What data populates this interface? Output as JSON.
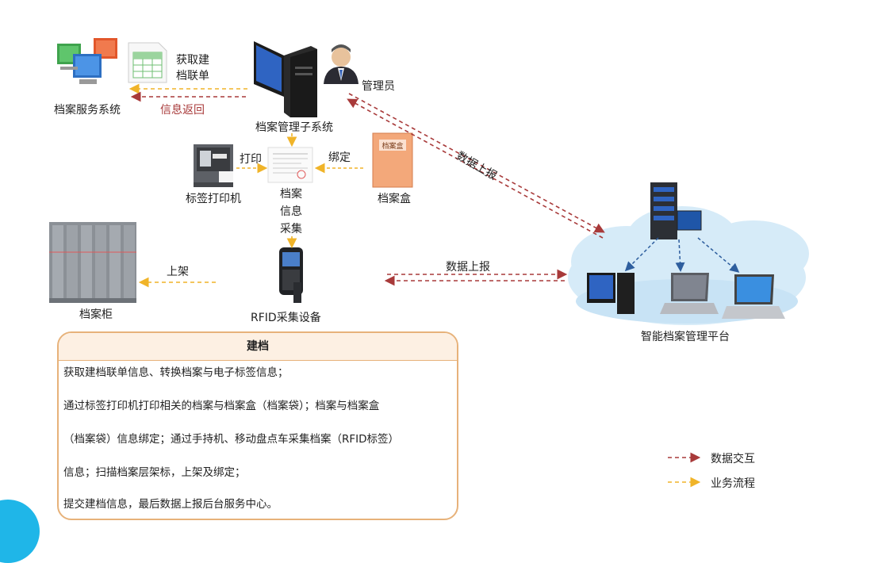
{
  "nodes": {
    "archive_service": "档案服务系统",
    "get_form": "获取建\n档联单",
    "info_return": "信息返回",
    "mgmt_subsystem": "档案管理子系统",
    "admin": "管理员",
    "print": "打印",
    "bind": "绑定",
    "label_printer": "标签打印机",
    "archive_box": "档案盒",
    "info_collect": "档案\n信息\n采集",
    "cabinet": "档案柜",
    "shelve": "上架",
    "rfid_device": "RFID采集设备",
    "report_upper": "数据上报",
    "report_lower": "数据上报",
    "platform": "智能档案管理平台"
  },
  "box_label": "档案盒",
  "info_box": {
    "title": "建档",
    "lines": [
      "获取建档联单信息、转换档案与电子标签信息；",
      "通过标签打印机打印相关的档案与档案盒（档案袋）；档案与档案盒",
      "（档案袋）信息绑定；通过手持机、移动盘点车采集档案（RFID标签）",
      "信息；扫描档案层架标，上架及绑定；",
      "提交建档信息，最后数据上报后台服务中心。"
    ]
  },
  "legend": {
    "data_exchange": "数据交互",
    "business_flow": "业务流程"
  },
  "colors": {
    "data_exchange": "#a83a3a",
    "business_flow": "#f0b429",
    "box_border": "#e7b27a",
    "cloud": "#cfe8f7"
  }
}
